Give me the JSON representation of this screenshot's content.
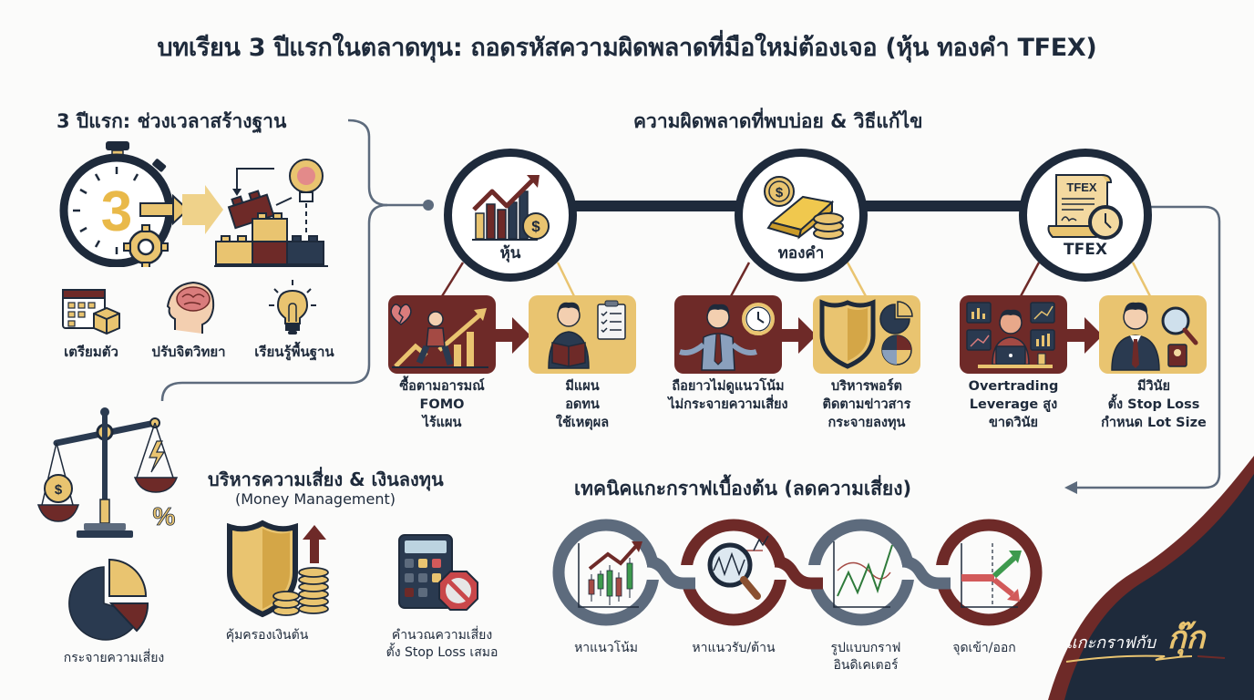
{
  "title": "บทเรียน 3 ปีแรกในตลาดทุน: ถอดรหัสความผิดพลาดที่มือใหม่ต้องเจอ (หุ้น ทองคำ TFEX)",
  "colors": {
    "navy": "#1e2a3b",
    "maroon": "#6e2a28",
    "gold": "#e9c470",
    "slate": "#5d6b7d",
    "background": "#fbfbfa"
  },
  "foundation": {
    "title": "3 ปีแรก: ช่วงเวลาสร้างฐาน",
    "big_number": "3",
    "items": [
      {
        "label": "เตรียมตัว",
        "icon": "calendar-box-icon"
      },
      {
        "label": "ปรับจิตวิทยา",
        "icon": "brain-head-icon"
      },
      {
        "label": "เรียนรู้พื้นฐาน",
        "icon": "lightbulb-icon"
      }
    ]
  },
  "mistakes": {
    "title": "ความผิดพลาดที่พบบ่อย & วิธีแก้ไข",
    "markets": [
      {
        "name": "หุ้น",
        "icon": "stock-chart-icon",
        "problem": [
          "ซื้อตามอารมณ์",
          "FOMO",
          "ไร้แผน"
        ],
        "solution": [
          "มีแผน",
          "อดทน",
          "ใช้เหตุผล"
        ]
      },
      {
        "name": "ทองคำ",
        "icon": "gold-bar-icon",
        "problem": [
          "ถือยาวไม่ดูแนวโน้ม",
          "ไม่กระจายความเสี่ยง"
        ],
        "solution": [
          "บริหารพอร์ต",
          "ติดตามข่าวสาร",
          "กระจายลงทุน"
        ]
      },
      {
        "name": "TFEX",
        "icon": "tfex-contract-icon",
        "doc_label": "TFEX",
        "problem": [
          "Overtrading",
          "Leverage สูง",
          "ขาดวินัย"
        ],
        "solution": [
          "มีวินัย",
          "ตั้ง Stop Loss",
          "กำหนด Lot Size"
        ]
      }
    ]
  },
  "money": {
    "title": "บริหารความเสี่ยง & เงินลงทุน",
    "subtitle": "(Money Management)",
    "items": [
      {
        "label": [
          "กระจายความเสี่ยง"
        ],
        "icon": "pie-chart-icon"
      },
      {
        "label": [
          "คุ้มครองเงินต้น"
        ],
        "icon": "shield-coins-icon"
      },
      {
        "label": [
          "คำนวณความเสี่ยง",
          "ตั้ง Stop Loss เสมอ"
        ],
        "icon": "calculator-stop-icon"
      }
    ]
  },
  "technical": {
    "title": "เทคนิคแกะกราฟเบื้องต้น (ลดความเสี่ยง)",
    "items": [
      {
        "label": [
          "หาแนวโน้ม"
        ],
        "icon": "candlestick-trend-icon"
      },
      {
        "label": [
          "หาแนวรับ/ต้าน"
        ],
        "icon": "magnifier-support-icon"
      },
      {
        "label": [
          "รูปแบบกราฟ",
          "อินดิเคเตอร์"
        ],
        "icon": "indicator-chart-icon"
      },
      {
        "label": [
          "จุดเข้า/ออก"
        ],
        "icon": "entry-exit-icon"
      }
    ]
  },
  "brand": {
    "text": "แกะกราฟกับ",
    "name": "กุ๊ก"
  }
}
